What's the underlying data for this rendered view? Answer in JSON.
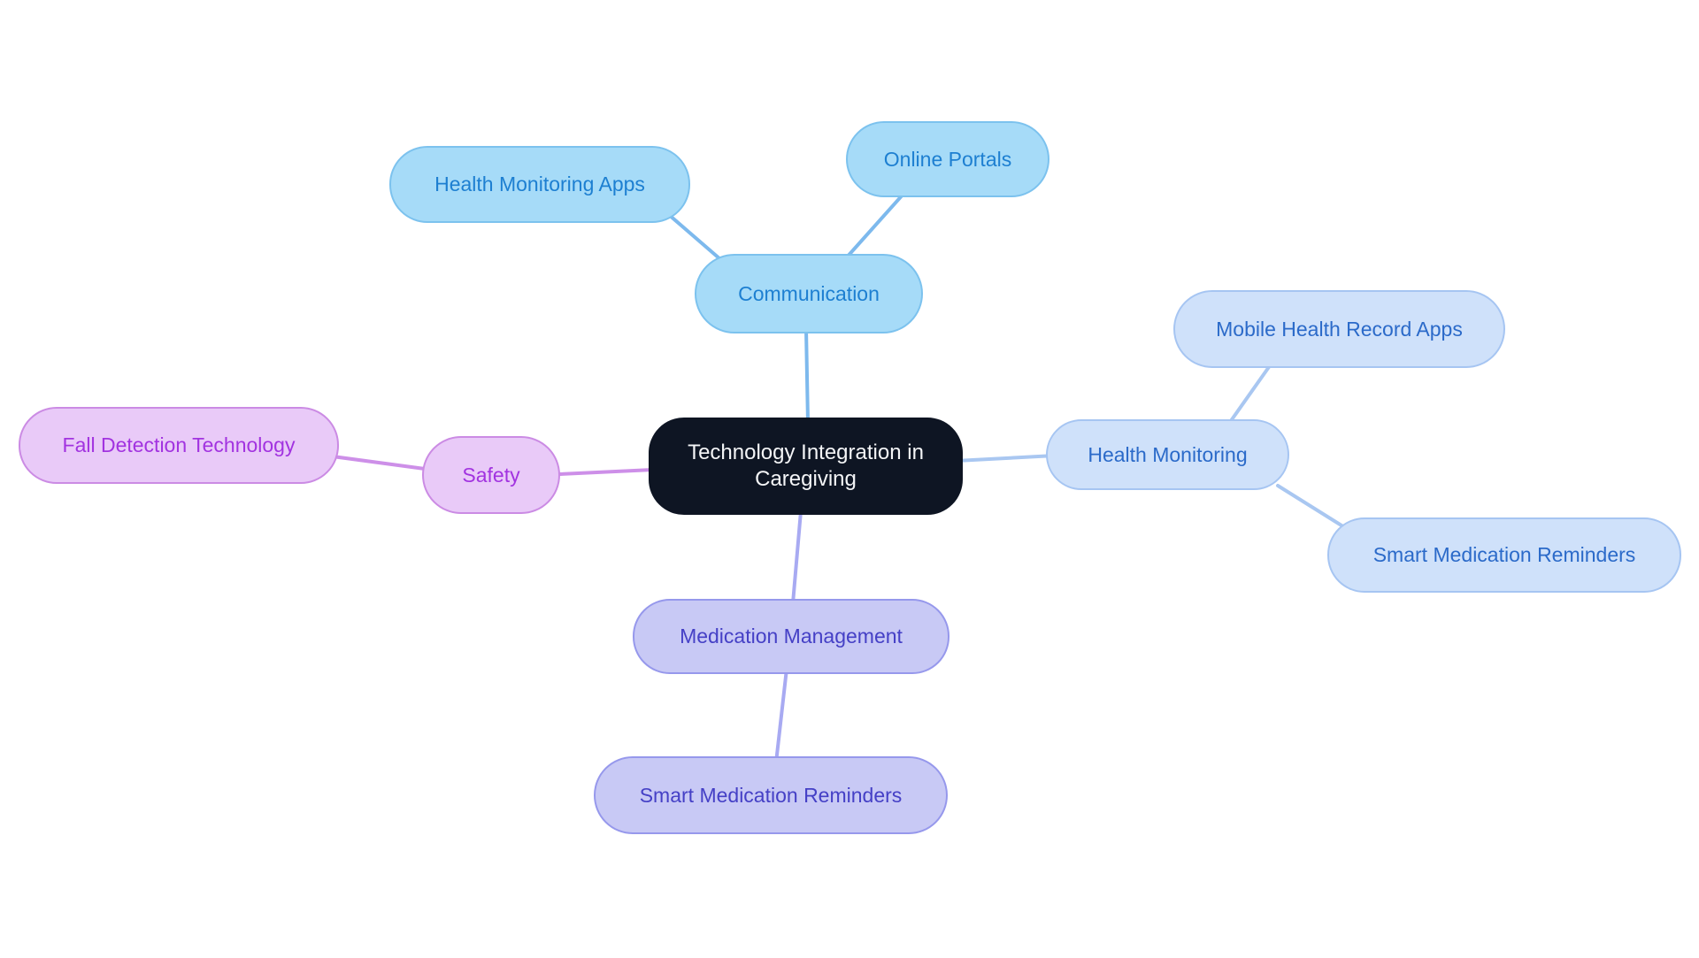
{
  "canvas": {
    "background": "#ffffff"
  },
  "mindmap": {
    "root": {
      "label": "Technology Integration in Caregiving",
      "fill": "#0e1523",
      "border": "#0e1523",
      "text_color": "#f4f5f7"
    },
    "branches": [
      {
        "id": "communication",
        "label": "Communication",
        "fill": "#a6dbf8",
        "border": "#7cc2ee",
        "text_color": "#1d7fd1",
        "line_color": "#7db9ed",
        "children": [
          {
            "id": "health-monitoring-apps",
            "label": "Health Monitoring Apps"
          },
          {
            "id": "online-portals",
            "label": "Online Portals"
          }
        ]
      },
      {
        "id": "health-monitoring",
        "label": "Health Monitoring",
        "fill": "#cfe1fa",
        "border": "#a6c5f2",
        "text_color": "#2b6ac9",
        "line_color": "#a9c7f1",
        "children": [
          {
            "id": "mobile-health-record-apps",
            "label": "Mobile Health Record Apps"
          },
          {
            "id": "smart-medication-reminders",
            "label": "Smart Medication Reminders"
          }
        ]
      },
      {
        "id": "safety",
        "label": "Safety",
        "fill": "#e9caf8",
        "border": "#cb8be4",
        "text_color": "#a233e0",
        "line_color": "#cd8fe8",
        "children": [
          {
            "id": "fall-detection-technology",
            "label": "Fall Detection Technology"
          }
        ]
      },
      {
        "id": "medication-management",
        "label": "Medication Management",
        "fill": "#c8c9f5",
        "border": "#9698ec",
        "text_color": "#4540c6",
        "line_color": "#a8aaf2",
        "children": [
          {
            "id": "smart-medication-reminders",
            "label": "Smart Medication Reminders"
          }
        ]
      }
    ]
  }
}
